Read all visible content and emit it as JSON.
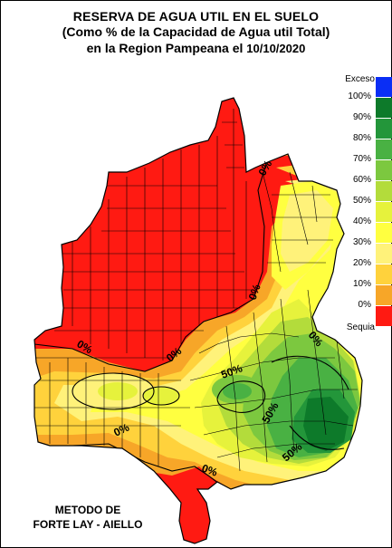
{
  "title": {
    "line1": "RESERVA DE AGUA UTIL EN EL SUELO",
    "line2": "(Como % de la Capacidad de  Agua util Total)",
    "line3": "en la Region Pampeana el",
    "date": "10/10/2020"
  },
  "legend": {
    "top_label": "Exceso",
    "bottom_label": "Sequia",
    "steps": [
      {
        "label": "100%",
        "color": "#0a2ef5"
      },
      {
        "label": "90%",
        "color": "#0d7a2a"
      },
      {
        "label": "80%",
        "color": "#23963a"
      },
      {
        "label": "70%",
        "color": "#49b143"
      },
      {
        "label": "60%",
        "color": "#7cc83f"
      },
      {
        "label": "50%",
        "color": "#b3dc3b"
      },
      {
        "label": "40%",
        "color": "#e6f23c"
      },
      {
        "label": "30%",
        "color": "#ffff40"
      },
      {
        "label": "20%",
        "color": "#fff27a"
      },
      {
        "label": "10%",
        "color": "#ffd23c"
      },
      {
        "label": "0%",
        "color": "#f7a628"
      },
      {
        "label": "",
        "color": "#ff1a12"
      }
    ]
  },
  "contour_labels": [
    "0%",
    "0%",
    "0%",
    "0%",
    "0%",
    "0%",
    "0%",
    "50%",
    "50%",
    "50%"
  ],
  "footer": {
    "line1": "METODO DE",
    "line2": "FORTE LAY - AIELLO"
  }
}
